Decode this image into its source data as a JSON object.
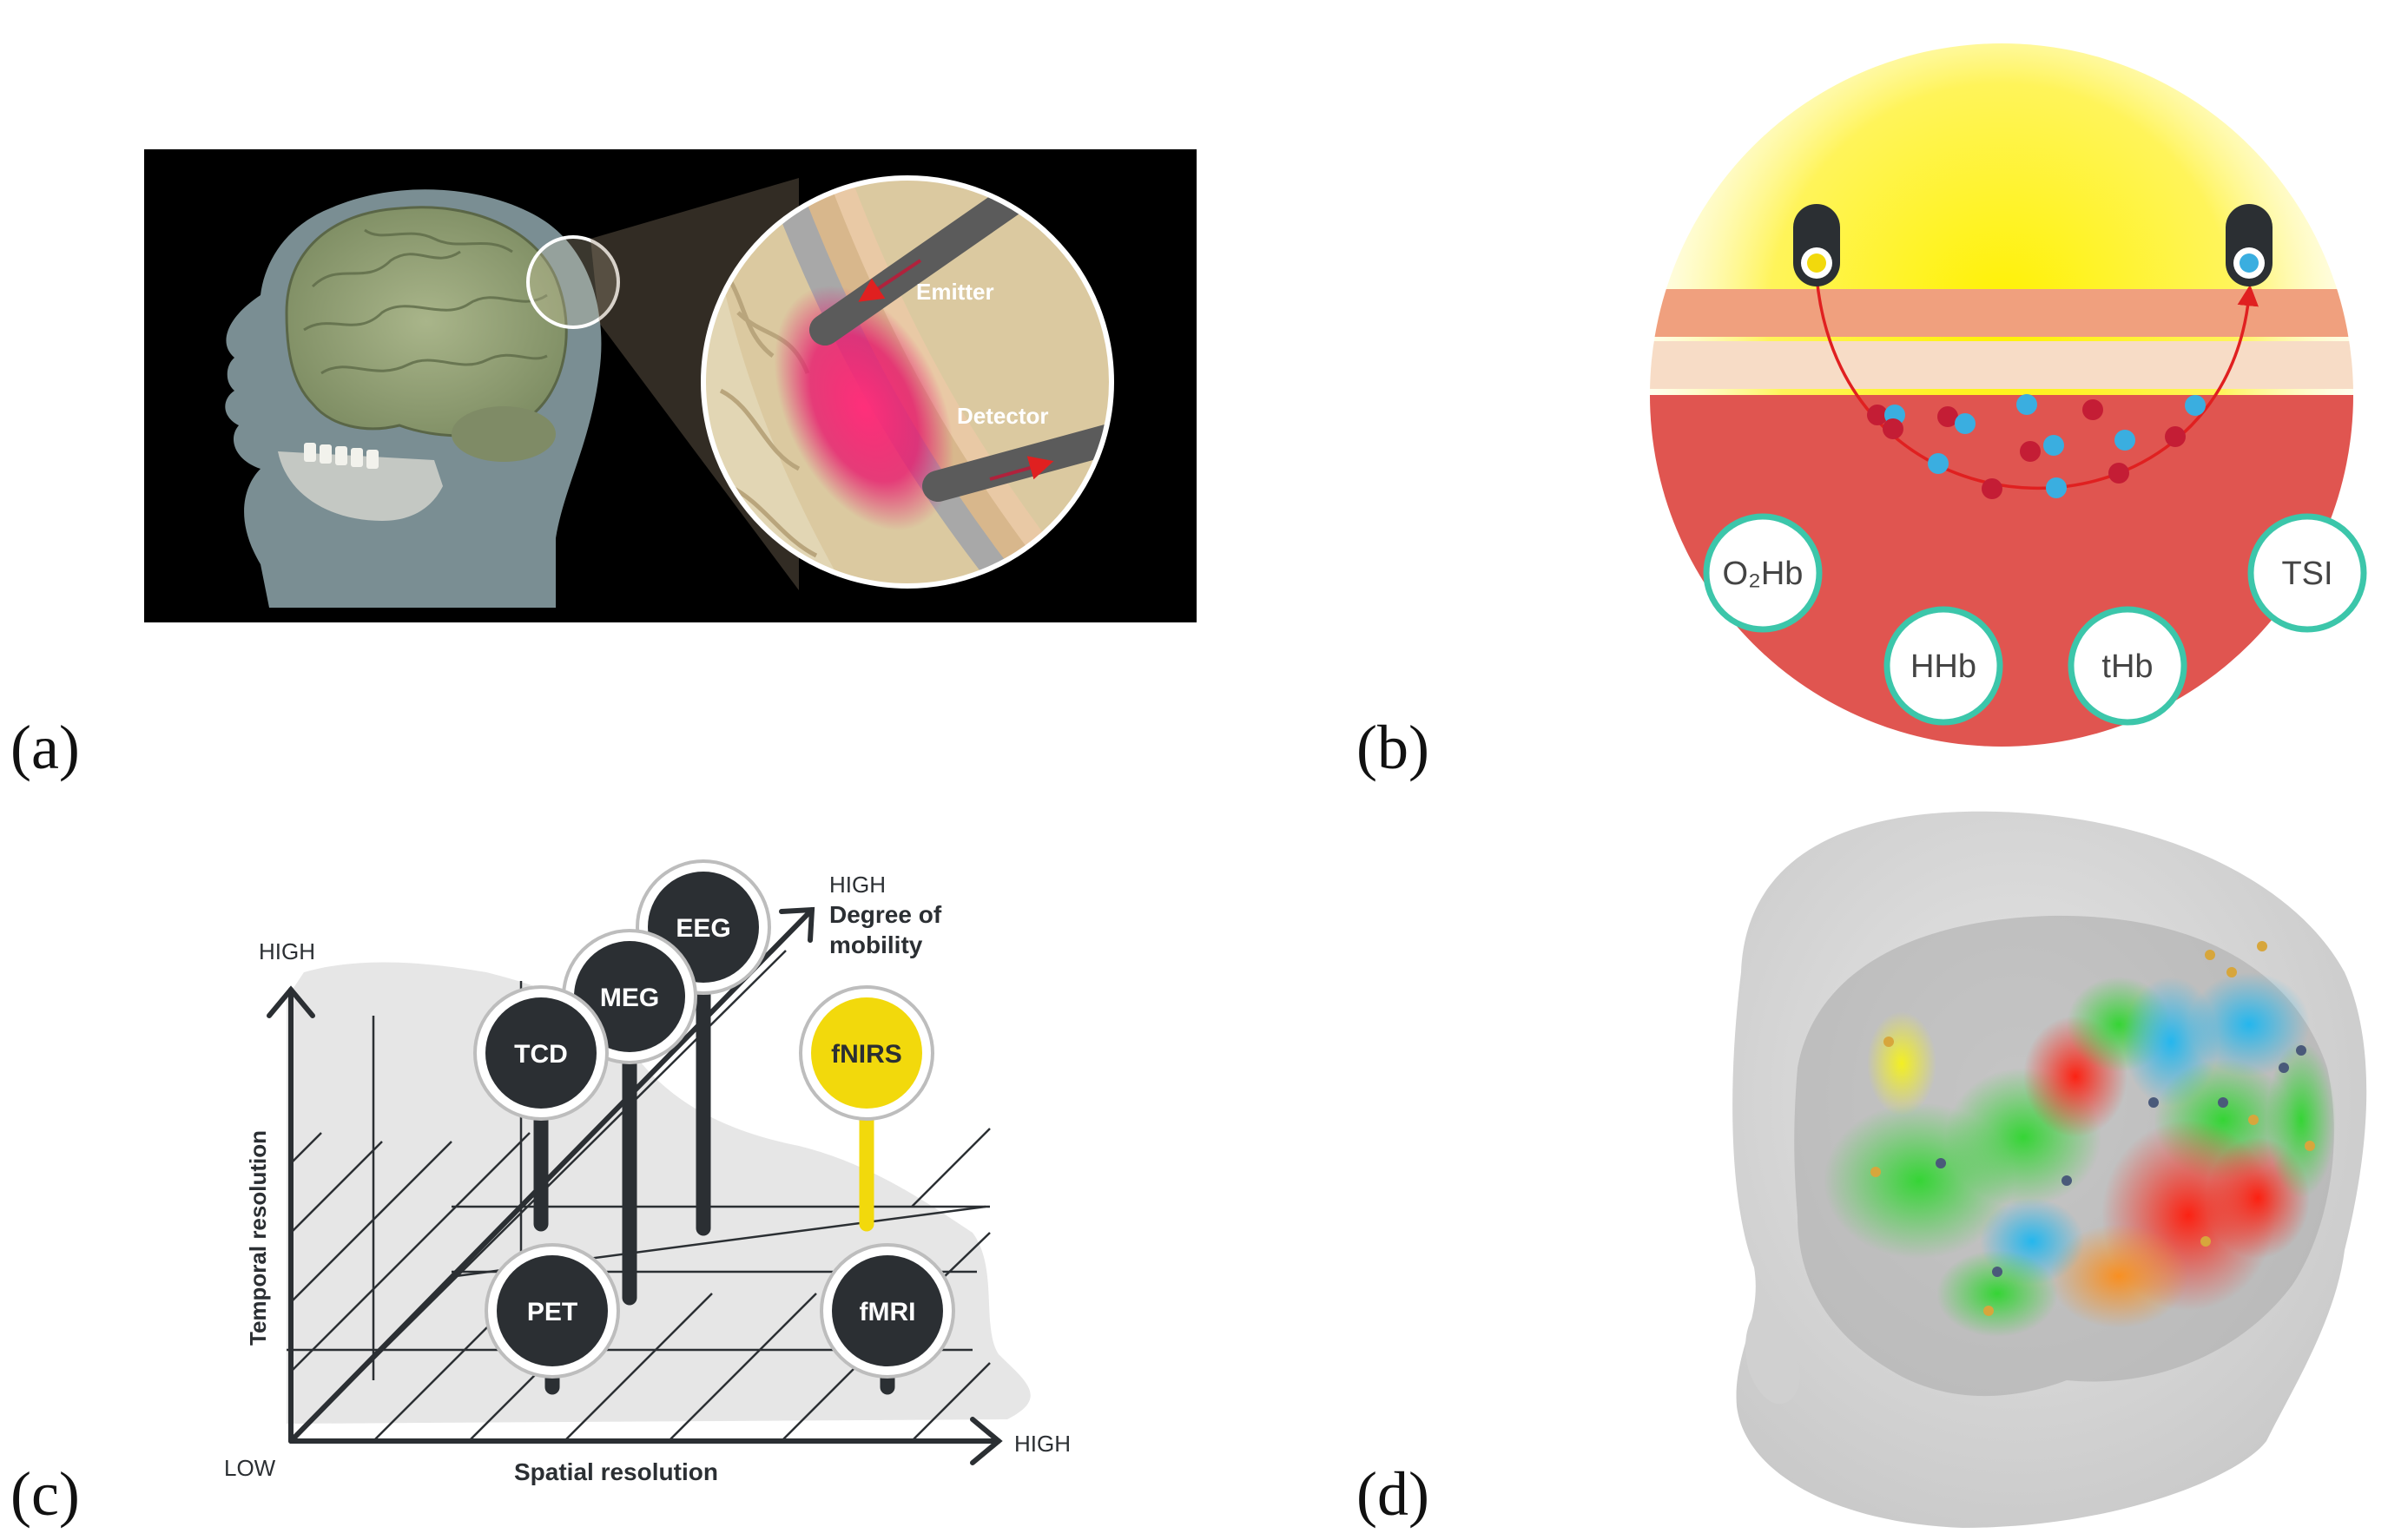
{
  "panels": {
    "a": {
      "label": "(a)",
      "emitter_label": "Emitter",
      "detector_label": "Detector"
    },
    "b": {
      "label": "(b)",
      "measures": [
        "O₂Hb",
        "HHb",
        "tHb",
        "TSI"
      ]
    },
    "c": {
      "label": "(c)",
      "y_high": "HIGH",
      "y_axis_label": "Temporal resolution",
      "origin_low": "LOW",
      "x_axis_label": "Spatial resolution",
      "x_high": "HIGH",
      "z_high": "HIGH",
      "z_axis_label_line1": "Degree of",
      "z_axis_label_line2": "mobility",
      "techniques": [
        "EEG",
        "MEG",
        "TCD",
        "fNIRS",
        "PET",
        "fMRI"
      ]
    },
    "d": {
      "label": "(d)"
    }
  },
  "colors": {
    "fnirs_yellow": "#f2d90c",
    "marker_dark": "#2b2f33",
    "ring_teal": "#3cc6aa",
    "tissue_red": "#e05550",
    "skin_orange": "#f0a07e",
    "skin_light": "#f7dcc6",
    "oxy_red": "#c41d35",
    "deoxy_blue": "#3aaee0",
    "emission_magenta": "#e8186e"
  }
}
